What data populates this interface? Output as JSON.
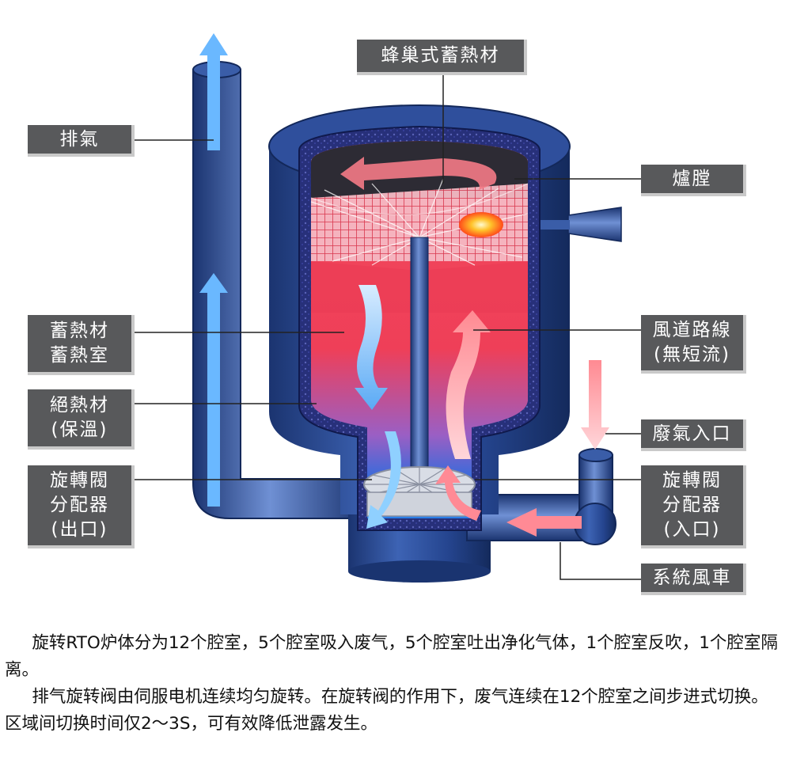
{
  "labels": {
    "honeycomb": "蜂巢式蓄熱材",
    "exhaust": "排氣",
    "furnace": "爐膛",
    "storage_1": "蓄熱材",
    "storage_2": "蓄熱室",
    "airflow_1": "風道路線",
    "airflow_2": "(無短流)",
    "insulation_1": "絕熱材",
    "insulation_2": "(保溫)",
    "inlet_gas": "廢氣入口",
    "valve_out_1": "旋轉閥",
    "valve_out_2": "分配器",
    "valve_out_3": "(出口)",
    "valve_in_1": "旋轉閥",
    "valve_in_2": "分配器",
    "valve_in_3": "(入口)",
    "fan": "系統風車"
  },
  "caption": {
    "para1": "旋转RTO炉体分为12个腔室，5个腔室吸入废气，5个腔室吐出净化气体，1个腔室反吹，1个腔室隔离。",
    "para2": "排气旋转阀由伺服电机连续均匀旋转。在旋转阀的作用下，废气连续在12个腔室之间步进式切换。区域间切换时间仅2～3S，可有效降低泄露发生。"
  },
  "colors": {
    "body_blue": "#1f3f86",
    "label_gray": "#58595b",
    "hot_red": "#e63a55",
    "cool_blue": "#2b6fd6"
  }
}
